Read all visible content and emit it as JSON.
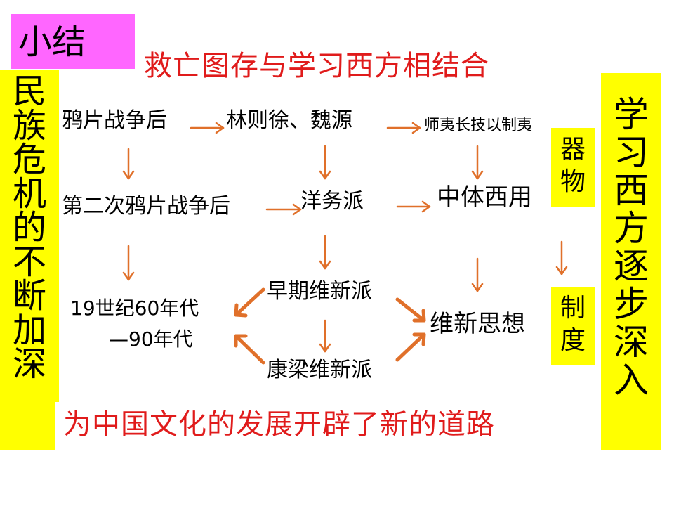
{
  "title": "小结",
  "theme": "救亡图存与学习西方相结合",
  "left_bar": [
    "民",
    "族",
    "危",
    "机",
    "的",
    "不",
    "断",
    "加",
    "深"
  ],
  "right_bar": [
    "学",
    "习",
    "西",
    "方",
    "逐",
    "步",
    "深",
    "入"
  ],
  "labels": {
    "qiwu": [
      "器",
      "物"
    ],
    "zhidu": [
      "制",
      "度"
    ]
  },
  "nodes": {
    "r1c1": "鸦片战争后",
    "r1c2": "林则徐、魏源",
    "r1c3": "师夷长技以制夷",
    "r2c1": "第二次鸦片战争后",
    "r2c2": "洋务派",
    "r2c3": "中体西用",
    "r3c1_line1": "19世纪60年代",
    "r3c1_line2": "—90年代",
    "early_reform": "早期维新派",
    "kang_liang": "康梁维新派",
    "reform_thought": "维新思想"
  },
  "bottom": "为中国文化的发展开辟了新的道路",
  "colors": {
    "arrow": "#e0702a",
    "red_text": "#e01b1b",
    "yellow": "#ffff00",
    "pink": "#ff66ff"
  }
}
